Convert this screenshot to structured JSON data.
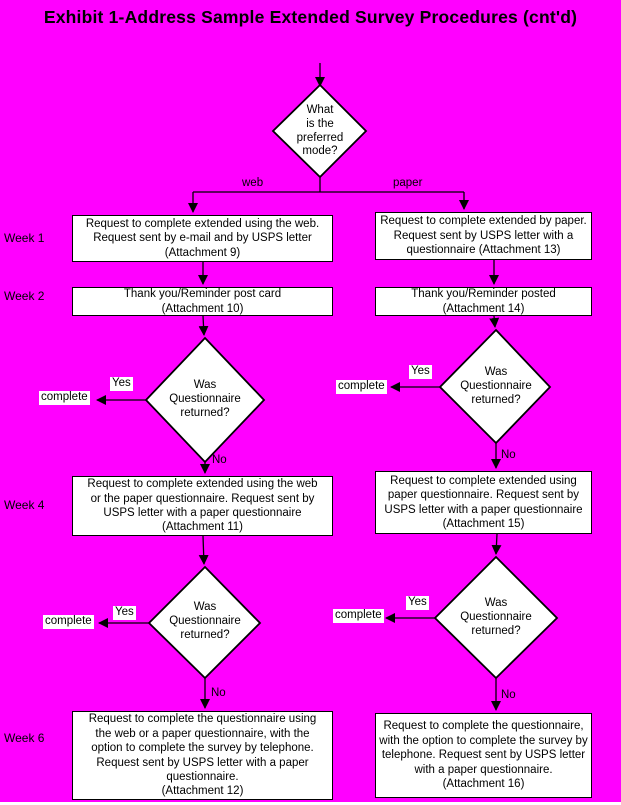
{
  "title": "Exhibit 1-Address Sample Extended Survey Procedures (cnt'd)",
  "colors": {
    "background": "#FF00FF",
    "node_fill": "#FFFFFF",
    "line": "#000000"
  },
  "week_labels": [
    "Week 1",
    "Week 2",
    "Week 4",
    "Week 6"
  ],
  "labels": {
    "web": "web",
    "paper": "paper",
    "yes": "Yes",
    "no": "No",
    "complete": "complete"
  },
  "decisions": {
    "preferred_mode": "What\nis the\npreferred\nmode?",
    "questionnaire_returned": "Was\nQuestionnaire\nreturned?"
  },
  "web_branch": {
    "week1": "Request to complete extended using the web.\nRequest sent by e-mail and by USPS letter\n(Attachment 9)",
    "week2": "Thank you/Reminder post card\n(Attachment 10)",
    "week4": "Request to complete extended using the web\nor the paper questionnaire. Request sent by\nUSPS letter with a paper questionnaire\n(Attachment 11)",
    "week6": "Request to complete the questionnaire using\nthe web or a paper questionnaire, with the\noption to complete the survey by telephone.\nRequest sent by USPS letter with a paper\nquestionnaire.\n(Attachment 12)"
  },
  "paper_branch": {
    "week1": "Request to complete extended by paper.\nRequest sent by USPS letter with a\nquestionnaire (Attachment 13)",
    "week2": "Thank you/Reminder posted\n(Attachment 14)",
    "week4": "Request to complete extended using\npaper questionnaire. Request sent by\nUSPS letter with a paper questionnaire\n(Attachment 15)",
    "week6": "Request to complete the questionnaire,\nwith the option to complete the survey by\ntelephone. Request sent by USPS letter\nwith a paper questionnaire.\n(Attachment 16)"
  }
}
